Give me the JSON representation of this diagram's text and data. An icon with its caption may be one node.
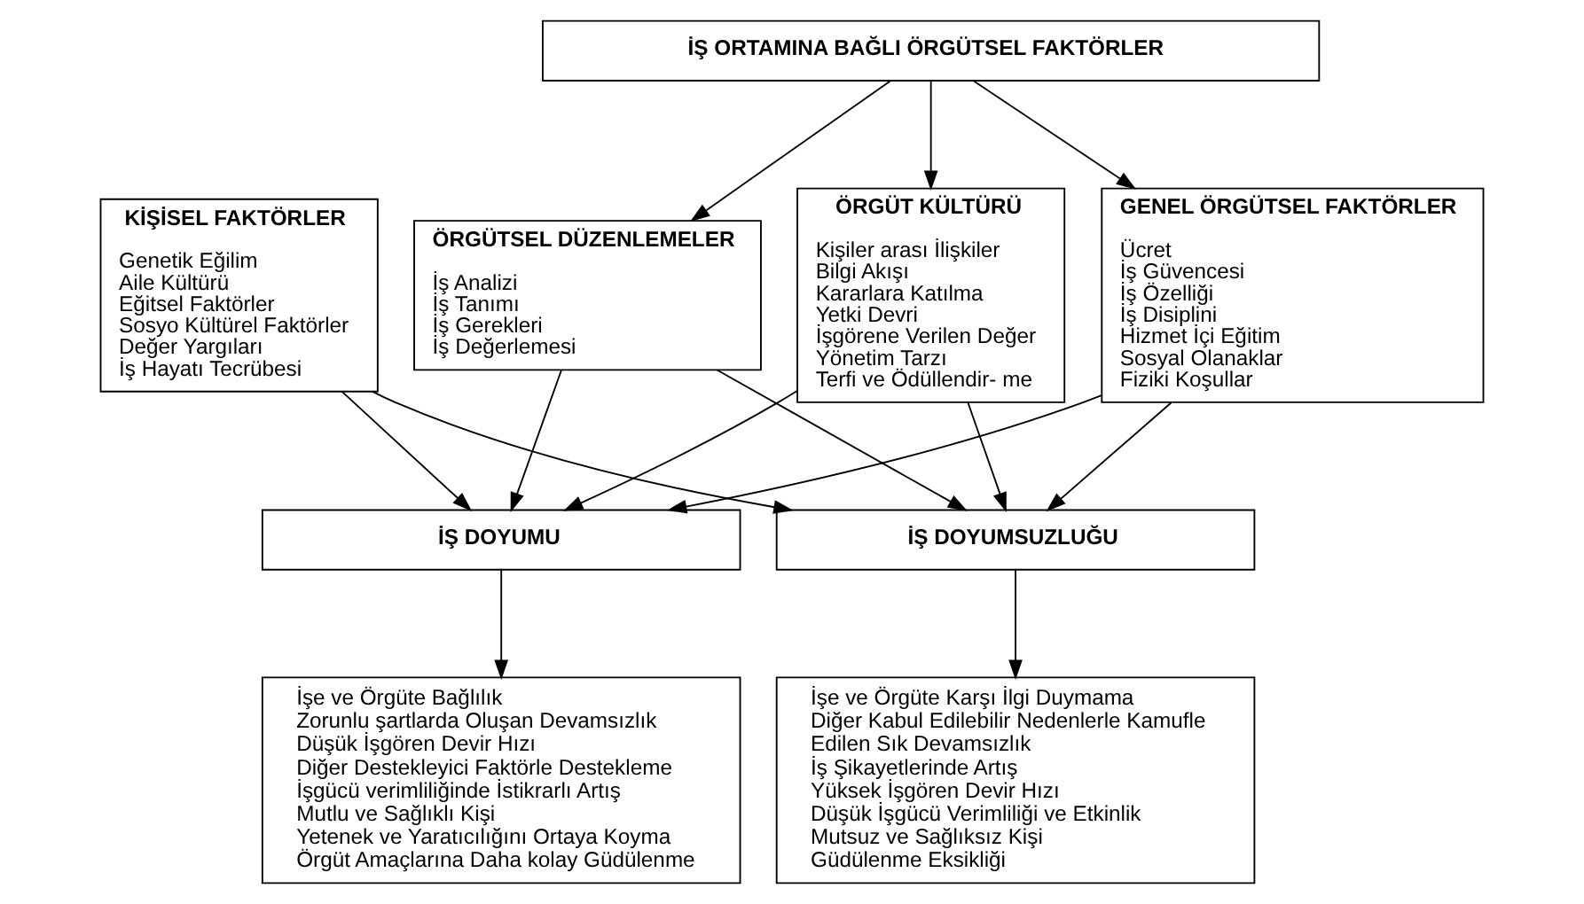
{
  "diagram": {
    "nodes": [
      {
        "text": [
          "KİŞİSEL FAKTÖRLER",
          "Genetik Eğilim",
          "Aile Kültürü",
          "Eğitsel Faktörler",
          "Sosyo Kültürel Faktörler",
          "Değer Yargıları",
          "İş Hayatı Tecrübesi"
        ]
      },
      {
        "text": [
          "İŞ ORTAMINA BAĞLI ÖRGÜTSEL FAKTÖRLER"
        ]
      },
      {
        "text": [
          "ÖRGÜTSEL DÜZENLEMELER",
          "İş Analizi",
          "İş Tanımı",
          "İş Gerekleri",
          "İş Değerlemesi"
        ]
      },
      {
        "text": [
          "ÖRGÜT KÜLTÜRÜ",
          "Kişiler arası İlişkiler",
          "Bilgi Akışı",
          "Kararlara Katılma",
          "Yetki Devri",
          "İşgörene Verilen Değer",
          "Yönetim Tarzı",
          "Terfi ve Ödüllendir- me"
        ]
      },
      {
        "text": [
          "GENEL ÖRGÜTSEL FAKTÖRLER",
          "Ücret",
          "İş Güvencesi",
          "İş Özelliği",
          "İş Disiplini",
          "Hizmet İçi Eğitim",
          "Sosyal Olanaklar",
          "Fiziki Koşullar"
        ]
      },
      {
        "text": [
          "İŞ DOYUMU"
        ]
      },
      {
        "text": [
          "İŞ DOYUMSUZLUĞU"
        ]
      },
      {
        "text": [
          "İşe ve Örgüte Bağlılık",
          "Zorunlu şartlarda Oluşan Devamsızlık",
          "Düşük İşgören Devir Hızı",
          "Diğer Destekleyici Faktörle Destekleme",
          "İşgücü verimliliğinde İstikrarlı Artış",
          "Mutlu ve Sağlıklı Kişi",
          "Yetenek ve Yaratıcılığını Ortaya Koyma",
          "Örgüt Amaçlarına Daha kolay Güdülenme"
        ]
      },
      {
        "text": [
          "İşe ve Örgüte Karşı İlgi Duymama",
          "Diğer Kabul Edilebilir Nedenlerle Kamufle",
          "Edilen Sık Devamsızlık",
          "İş Şikayetlerinde Artış",
          "Yüksek İşgören Devir Hızı",
          "Düşük İşgücü Verimliliği ve Etkinlik",
          "Mutsuz ve Sağlıksız Kişi",
          "Güdülenme Eksikliği"
        ]
      }
    ],
    "edges": [
      {
        "from": 1,
        "to": 2,
        "arrow": "to"
      },
      {
        "from": 1,
        "to": 3,
        "arrow": "to"
      },
      {
        "from": 1,
        "to": 4,
        "arrow": "to"
      },
      {
        "from": 0,
        "to": 5,
        "arrow": "to"
      },
      {
        "from": 0,
        "to": 6,
        "arrow": "to"
      },
      {
        "from": 2,
        "to": 5,
        "arrow": "to"
      },
      {
        "from": 2,
        "to": 6,
        "arrow": "to"
      },
      {
        "from": 3,
        "to": 5,
        "arrow": "to"
      },
      {
        "from": 3,
        "to": 6,
        "arrow": "to"
      },
      {
        "from": 4,
        "to": 5,
        "arrow": "to"
      },
      {
        "from": 4,
        "to": 6,
        "arrow": "to"
      },
      {
        "from": 5,
        "to": 7,
        "arrow": "to"
      },
      {
        "from": 6,
        "to": 8,
        "arrow": "to"
      }
    ]
  }
}
